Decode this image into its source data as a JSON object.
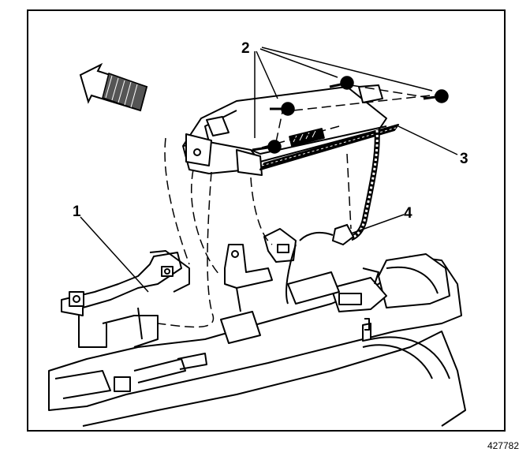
{
  "figure": {
    "id": "427782",
    "callouts": [
      {
        "key": "c1",
        "label": "1",
        "meaning": "instrument-panel-carrier"
      },
      {
        "key": "c2",
        "label": "2",
        "meaning": "mounting-bolts"
      },
      {
        "key": "c3",
        "label": "3",
        "meaning": "passenger-airbag-module"
      },
      {
        "key": "c4",
        "label": "4",
        "meaning": "airbag-wiring-connector"
      }
    ],
    "direction_arrow": "front-of-vehicle-arrow"
  }
}
